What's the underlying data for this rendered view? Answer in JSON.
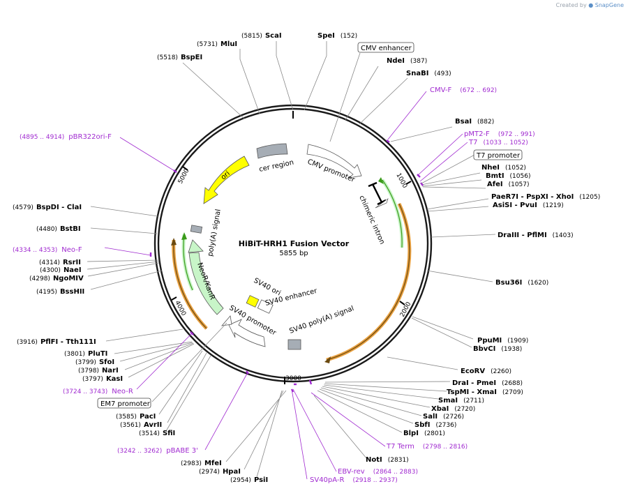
{
  "credit": {
    "prefix": "Created by",
    "brand": "SnapGene"
  },
  "plasmid": {
    "name": "HiBiT-HRH1 Fusion Vector",
    "size_label": "5855 bp",
    "length": 5855
  },
  "ticks": [
    "1000",
    "2000",
    "3000",
    "4000",
    "5000"
  ],
  "colors": {
    "primer": "#a02ad0",
    "promoter_fill": "#ffffff",
    "ori_fill": "#ffff00",
    "cds_fill": "#c8f5c8",
    "signal_fill": "#a6adb5",
    "orf_orange": "#e8a040",
    "orf_green": "#3a9a1a"
  },
  "enzymes": [
    {
      "name": "ScaI",
      "pos": "(5815)"
    },
    {
      "name": "SpeI",
      "pos": "(152)"
    },
    {
      "name": "MluI",
      "pos": "(5731)"
    },
    {
      "name": "NdeI",
      "pos": "(387)"
    },
    {
      "name": "BspEI",
      "pos": "(5518)"
    },
    {
      "name": "SnaBI",
      "pos": "(493)"
    },
    {
      "name": "BsaI",
      "pos": "(882)"
    },
    {
      "name": "NheI",
      "pos": "(1052)"
    },
    {
      "name": "BmtI",
      "pos": "(1056)"
    },
    {
      "name": "AfeI",
      "pos": "(1057)"
    },
    {
      "name": "PaeR7I - PspXI - XhoI",
      "pos": "(1205)"
    },
    {
      "name": "AsiSI - PvuI",
      "pos": "(1219)"
    },
    {
      "name": "DraIII - PflMI",
      "pos": "(1403)"
    },
    {
      "name": "Bsu36I",
      "pos": "(1620)"
    },
    {
      "name": "PpuMI",
      "pos": "(1909)"
    },
    {
      "name": "BbvCI",
      "pos": "(1938)"
    },
    {
      "name": "EcoRV",
      "pos": "(2260)"
    },
    {
      "name": "DraI - PmeI",
      "pos": "(2688)"
    },
    {
      "name": "TspMI - XmaI",
      "pos": "(2709)"
    },
    {
      "name": "SmaI",
      "pos": "(2711)"
    },
    {
      "name": "XbaI",
      "pos": "(2720)"
    },
    {
      "name": "SalI",
      "pos": "(2726)"
    },
    {
      "name": "SbfI",
      "pos": "(2736)"
    },
    {
      "name": "BlpI",
      "pos": "(2801)"
    },
    {
      "name": "NotI",
      "pos": "(2831)"
    },
    {
      "name": "PsiI",
      "pos": "(2954)"
    },
    {
      "name": "HpaI",
      "pos": "(2974)"
    },
    {
      "name": "MfeI",
      "pos": "(2983)"
    },
    {
      "name": "SfiI",
      "pos": "(3514)"
    },
    {
      "name": "AvrII",
      "pos": "(3561)"
    },
    {
      "name": "PacI",
      "pos": "(3585)"
    },
    {
      "name": "KasI",
      "pos": "(3797)"
    },
    {
      "name": "NarI",
      "pos": "(3798)"
    },
    {
      "name": "SfoI",
      "pos": "(3799)"
    },
    {
      "name": "PluTI",
      "pos": "(3801)"
    },
    {
      "name": "PflFI - Tth111I",
      "pos": "(3916)"
    },
    {
      "name": "BssHII",
      "pos": "(4195)"
    },
    {
      "name": "NgoMIV",
      "pos": "(4298)"
    },
    {
      "name": "NaeI",
      "pos": "(4300)"
    },
    {
      "name": "RsrII",
      "pos": "(4314)"
    },
    {
      "name": "BstBI",
      "pos": "(4480)"
    },
    {
      "name": "BspDI - ClaI",
      "pos": "(4579)"
    }
  ],
  "primers": [
    {
      "name": "CMV-F",
      "range": "(672 .. 692)"
    },
    {
      "name": "pMT2-F",
      "range": "(972 .. 991)"
    },
    {
      "name": "T7",
      "range": "(1033 .. 1052)"
    },
    {
      "name": "T7 Term",
      "range": "(2798 .. 2816)"
    },
    {
      "name": "EBV-rev",
      "range": "(2864 .. 2883)"
    },
    {
      "name": "SV40pA-R",
      "range": "(2918 .. 2937)"
    },
    {
      "name": "pBABE 3'",
      "range": "(3242 .. 3262)"
    },
    {
      "name": "Neo-R",
      "range": "(3724 .. 3743)"
    },
    {
      "name": "Neo-F",
      "range": "(4334 .. 4353)"
    },
    {
      "name": "pBR322ori-F",
      "range": "(4895 .. 4914)"
    }
  ],
  "boxed_features": {
    "cmv_enhancer": "CMV enhancer",
    "t7_promoter": "T7 promoter",
    "em7_promoter": "EM7 promoter"
  },
  "features": {
    "cer_region": "cer region",
    "cmv_promoter": "CMV promoter",
    "chimeric_intron": "chimeric intron",
    "ori": "ori",
    "poly_a_signal": "poly(A) signal",
    "neo_kan": "NeoR/KanR",
    "sv40_ori": "SV40 ori",
    "sv40_enhancer": "SV40 enhancer",
    "sv40_promoter": "SV40 promoter",
    "sv40_polya": "SV40 poly(A) signal"
  }
}
